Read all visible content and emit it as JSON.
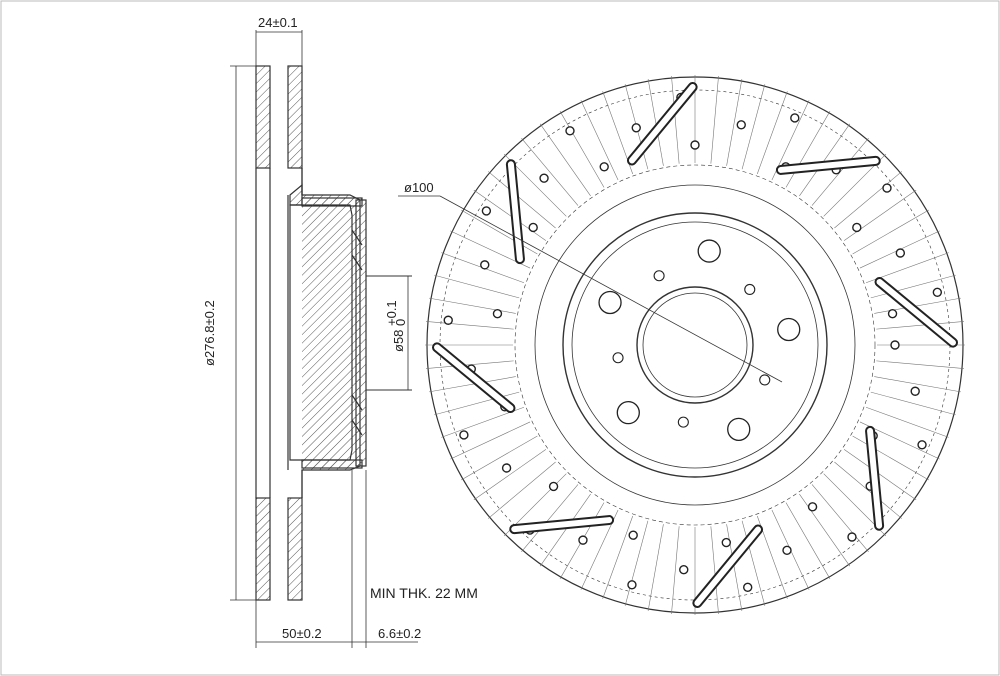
{
  "drawing": {
    "dimensions": {
      "hat_thickness": "24±0.1",
      "outer_diameter": "ø276.8±0.2",
      "bore_diameter": "ø58",
      "bore_tolerance": "+0.1",
      "bore_tolerance_lower": "0",
      "bolt_circle": "ø100",
      "min_thickness": "MIN THK. 22 MM",
      "hat_height": "50±0.2",
      "offset": "6.6±0.2"
    },
    "colors": {
      "line": "#333333",
      "hatch": "#555555"
    },
    "rotor": {
      "bolt_holes": 5,
      "slots": 8,
      "drilled_holes": 40
    }
  }
}
